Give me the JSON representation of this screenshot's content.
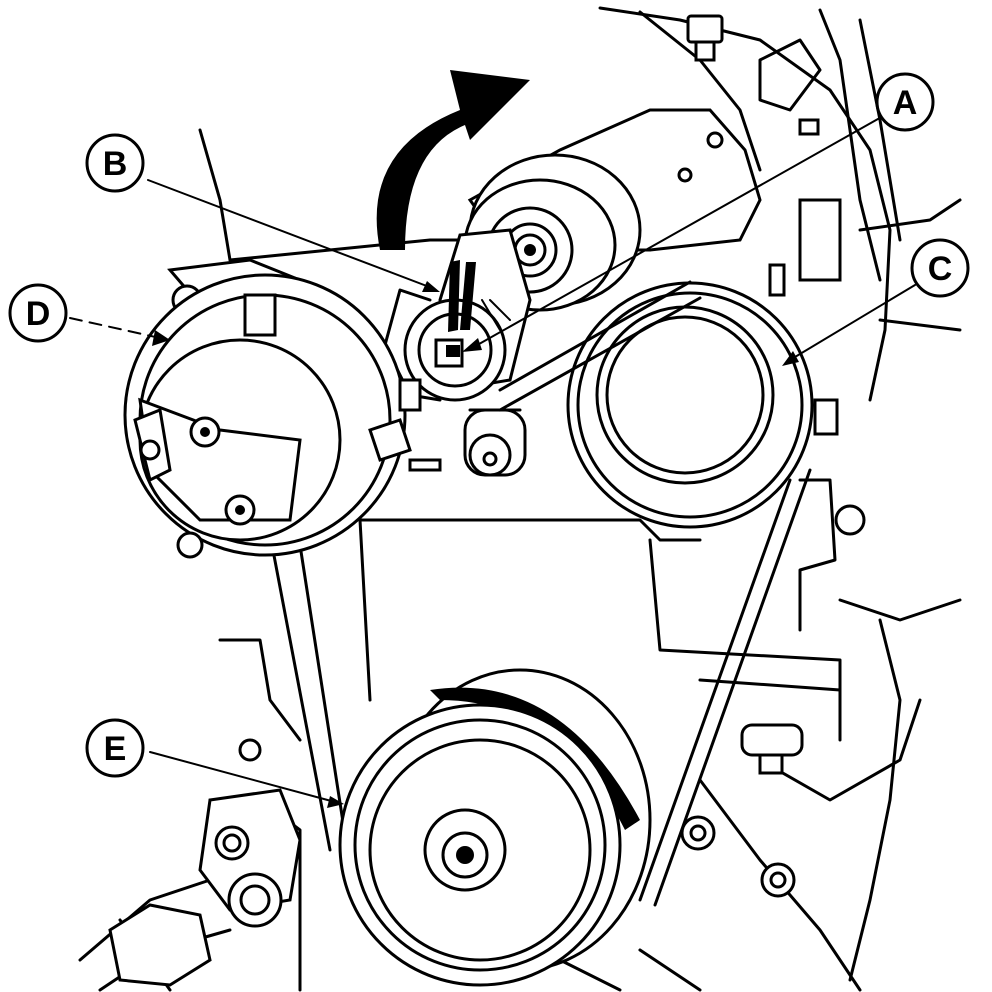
{
  "callouts": [
    {
      "letter": "A"
    },
    {
      "letter": "B"
    },
    {
      "letter": "C"
    },
    {
      "letter": "D"
    },
    {
      "letter": "E"
    }
  ],
  "colors": {
    "ink": "#000000",
    "paper": "#ffffff"
  }
}
